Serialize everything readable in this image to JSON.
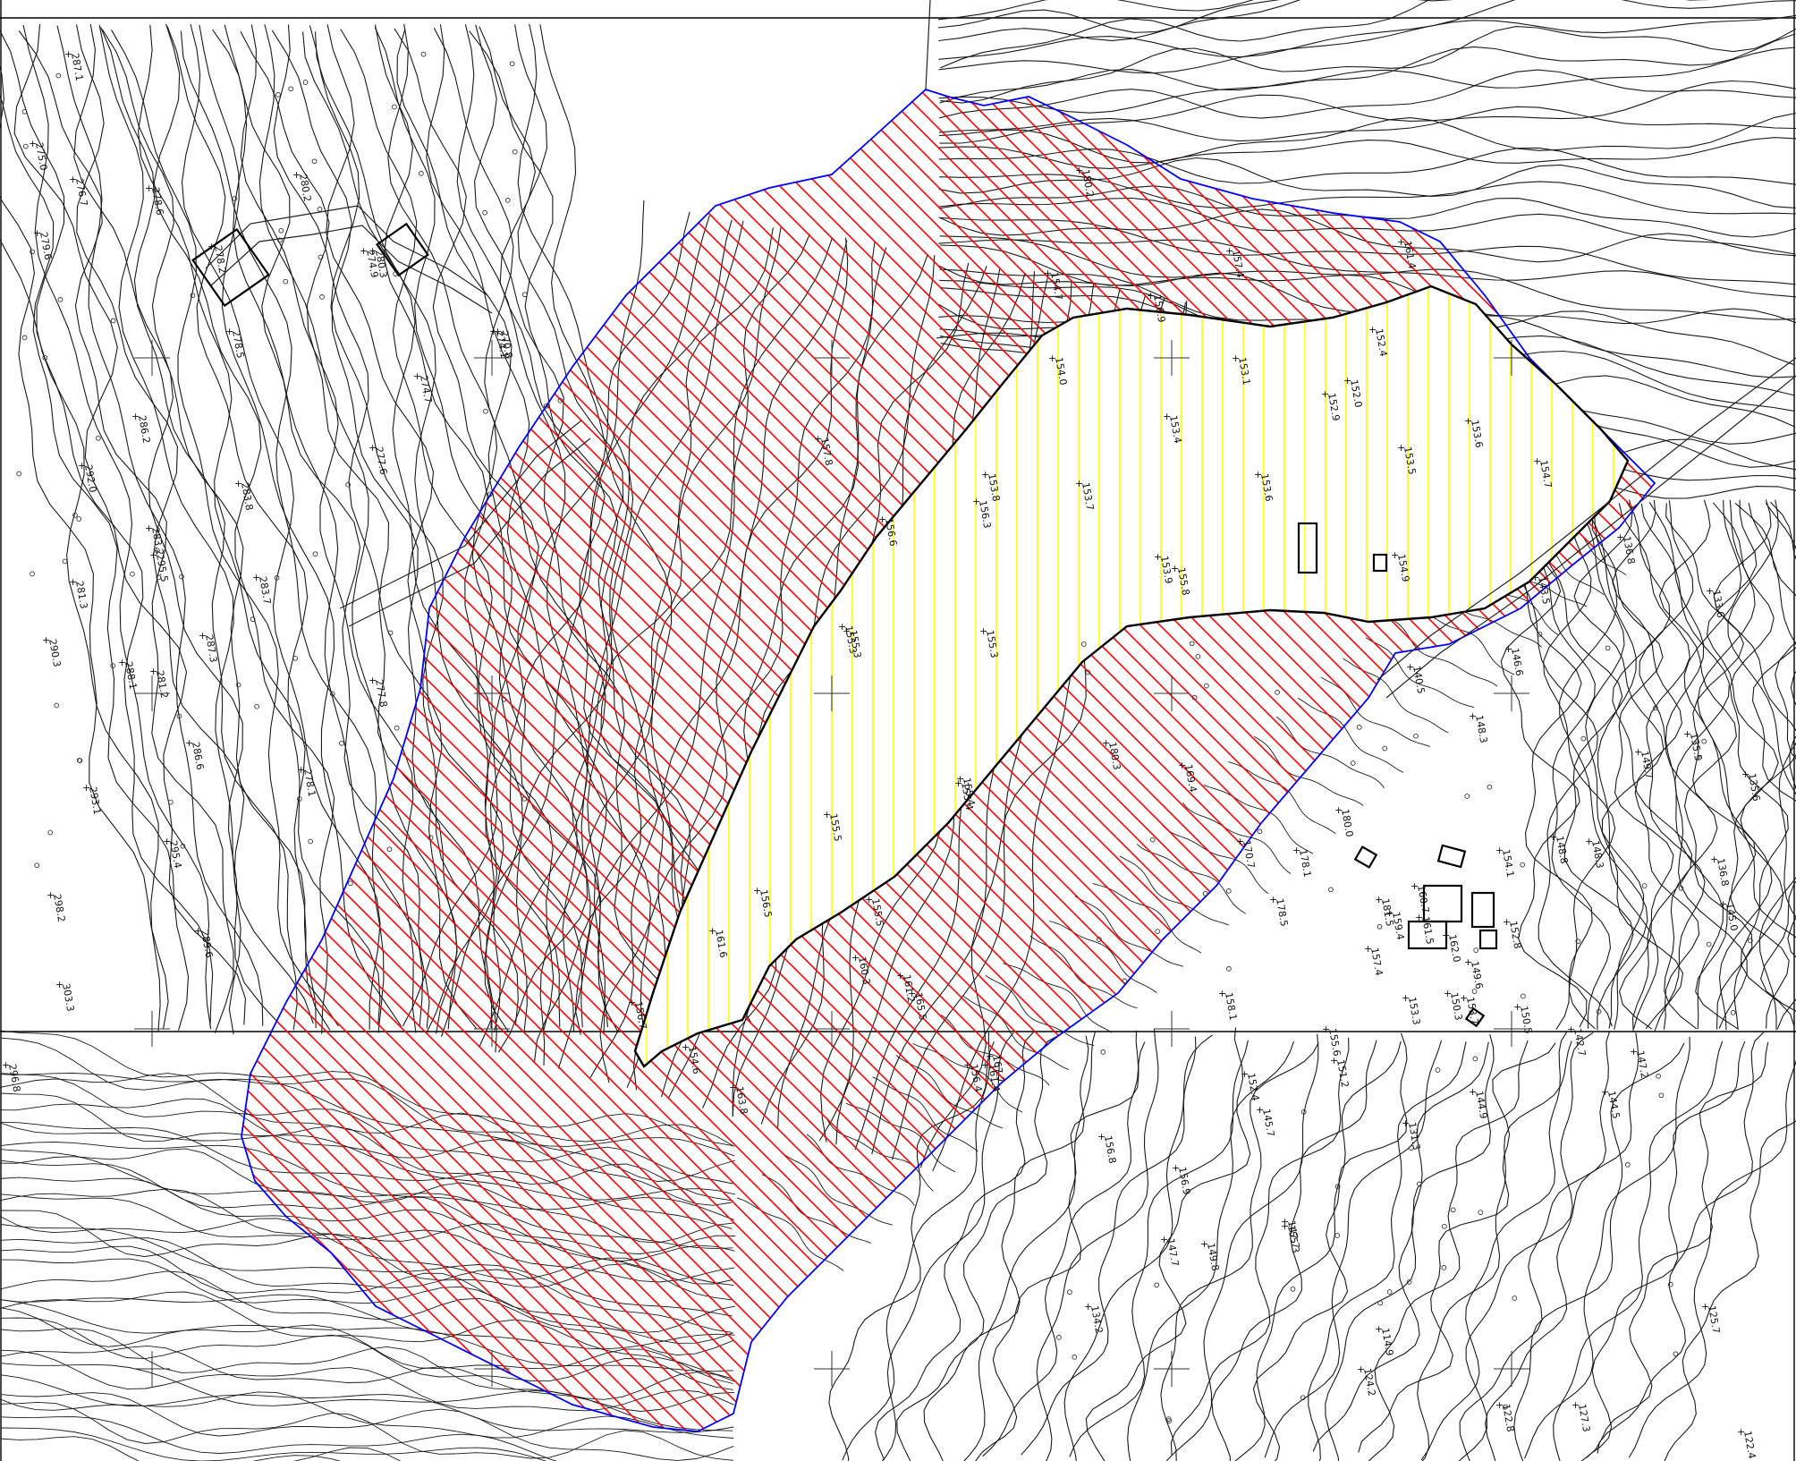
{
  "map": {
    "colors": {
      "background": "#ffffff",
      "contour": "#1a1a1a",
      "hatch_red": "#ff0000",
      "hatch_yellow": "#ffff00",
      "boundary_blue": "#0000ff",
      "boundary_inner": "#000000"
    },
    "elevation_labels": [
      "287.1",
      "275.0",
      "276.7",
      "278.6",
      "279.6",
      "278.2",
      "280.2",
      "280.3",
      "278.5",
      "274.7",
      "277.6",
      "274.1",
      "274.9",
      "270.8",
      "292.0",
      "283.8",
      "283.2",
      "286.2",
      "281.3",
      "290.3",
      "287.3",
      "281.2",
      "283.7",
      "295.5",
      "288.1",
      "277.8",
      "286.6",
      "293.1",
      "278.1",
      "295.4",
      "298.2",
      "289.6",
      "303.3",
      "296.8",
      "180.2",
      "156.9",
      "154.7",
      "152.0",
      "157.4",
      "161.4",
      "152.4",
      "154.0",
      "153.1",
      "153.4",
      "152.9",
      "153.6",
      "153.5",
      "154.7",
      "153.7",
      "153.6",
      "153.8",
      "155.8",
      "153.9",
      "154.9",
      "155.3",
      "155.3",
      "155.3",
      "155.5",
      "156.5",
      "155.5",
      "155.4",
      "155.4",
      "156.3",
      "156.6",
      "157.8",
      "158.1",
      "161.4",
      "156.4",
      "161.6",
      "160.3",
      "161.2",
      "156.7",
      "154.6",
      "163.8",
      "165.5",
      "167.7",
      "169.4",
      "170.7",
      "178.1",
      "178.5",
      "180.0",
      "180.3",
      "181.5",
      "161.5",
      "162.0",
      "160.7",
      "159.4",
      "157.4",
      "155.6",
      "153.3",
      "150.3",
      "149.6",
      "152.8",
      "154.1",
      "148.3",
      "143.5",
      "146.6",
      "140.5",
      "135.5",
      "136.8",
      "133.6",
      "135.6",
      "145.0",
      "136.8",
      "148.3",
      "149.7",
      "148.8",
      "147.2",
      "144.5",
      "142.7",
      "144.9",
      "131.3",
      "150.5",
      "153.7",
      "151.2",
      "152.4",
      "145.7",
      "156.8",
      "156.9",
      "155.3",
      "149.8",
      "147.7",
      "147.7",
      "134.2",
      "124.2",
      "122.8",
      "114.9",
      "127.3",
      "125.7",
      "122.4"
    ]
  }
}
